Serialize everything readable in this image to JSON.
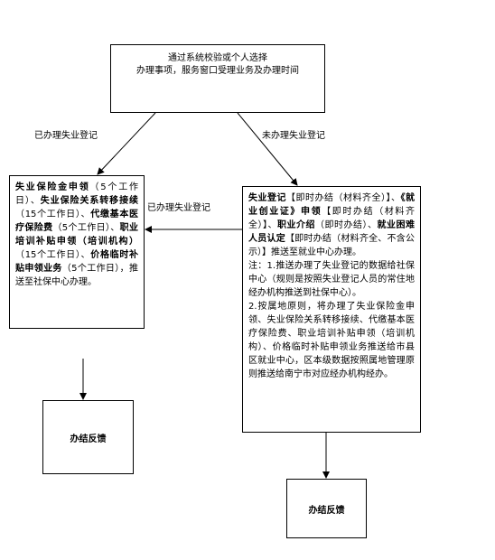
{
  "start": {
    "line1": "通过系统校验或个人选择",
    "line2": "办理事项，服务窗口受理业务及办理时间"
  },
  "edges": {
    "left_label": "已办理失业登记",
    "right_label": "未办理失业登记",
    "middle_label": "已办理失业登记"
  },
  "left_box": {
    "parts": [
      {
        "t": "失业保险金申领",
        "bold": true
      },
      {
        "t": "（5个工作日）、",
        "bold": false
      },
      {
        "t": "失业保险关系转移接续",
        "bold": true
      },
      {
        "t": "（15个工作日）、",
        "bold": false
      },
      {
        "t": "代缴基本医疗保险费",
        "bold": true
      },
      {
        "t": "（5个工作日）、",
        "bold": false
      },
      {
        "t": "职业培训补贴申领（培训机构）",
        "bold": true
      },
      {
        "t": "（15个工作日）、",
        "bold": false
      },
      {
        "t": "价格临时补贴申领业务",
        "bold": true
      },
      {
        "t": "（5个工作日），推送至社保中心办理。",
        "bold": false
      }
    ]
  },
  "right_box": {
    "parts": [
      {
        "t": "失业登记",
        "bold": true
      },
      {
        "t": "【即时办结（材料齐全）】、",
        "bold": false
      },
      {
        "t": "《就业创业证》申领",
        "bold": true
      },
      {
        "t": "【即时办结（材料齐全）】、",
        "bold": false
      },
      {
        "t": "职业介绍",
        "bold": true
      },
      {
        "t": "（即时办结）、",
        "bold": false
      },
      {
        "t": "就业困难人员认定",
        "bold": true
      },
      {
        "t": "【即时办结（材料齐全、不含公示）】推送至就业中心办理。",
        "bold": false
      }
    ],
    "note1": "注：1.推送办理了失业登记的数据给社保中心（规则是按照失业登记人员的常住地经办机构推送到社保中心）。",
    "note2": "2.按属地原则，将办理了失业保险金申领、失业保险关系转移接续、代缴基本医疗保险费、职业培训补贴申领（培训机构）、价格临时补贴申领业务推送给市县区就业中心，区本级数据按照属地管理原则推送给南宁市对应经办机构经办。"
  },
  "end": {
    "left": "办结反馈",
    "right": "办结反馈"
  }
}
